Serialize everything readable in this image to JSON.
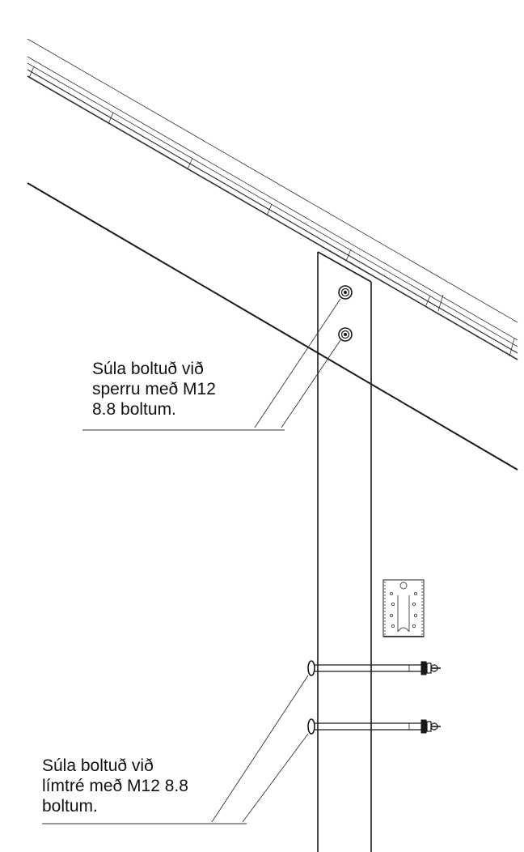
{
  "annotations": {
    "top": {
      "lines": [
        "Súla boltuð við",
        "sperru með M12",
        "8.8 boltum."
      ]
    },
    "bottom": {
      "lines": [
        "Súla boltuð við",
        "límtré með M12 8.8",
        "boltum."
      ]
    }
  },
  "colors": {
    "line": "#1a1a1a",
    "line_light": "#555555",
    "background": "#ffffff"
  }
}
